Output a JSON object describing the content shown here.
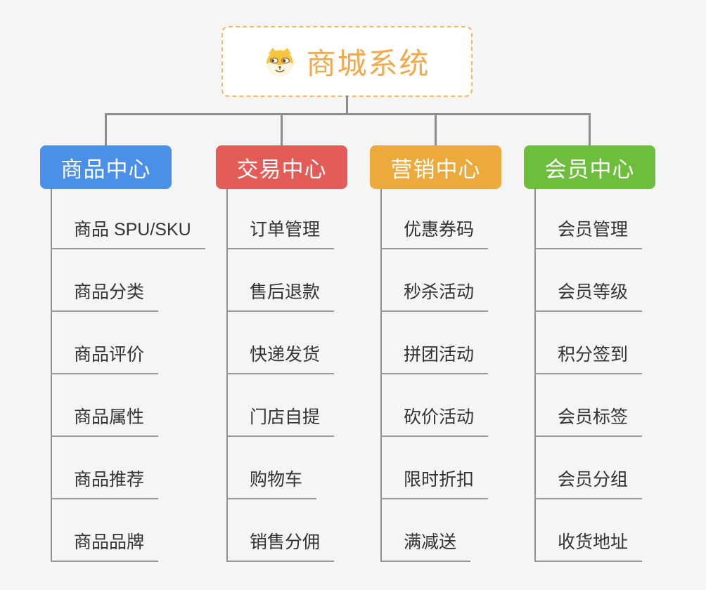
{
  "background_color": "#f5f5f5",
  "connector_color": "#8c8c8c",
  "underline_color": "#9a9a9a",
  "leaf_text_color": "#333333",
  "root": {
    "title": "商城系统",
    "title_color": "#f2a94c",
    "border_color": "#f3b75f",
    "icon": "dog-face-icon"
  },
  "branches": [
    {
      "label": "商品中心",
      "color": "#4a90e8",
      "items": [
        "商品 SPU/SKU",
        "商品分类",
        "商品评价",
        "商品属性",
        "商品推荐",
        "商品品牌"
      ]
    },
    {
      "label": "交易中心",
      "color": "#e45c58",
      "items": [
        "订单管理",
        "售后退款",
        "快递发货",
        "门店自提",
        "购物车",
        "销售分佣"
      ]
    },
    {
      "label": "营销中心",
      "color": "#eca93c",
      "items": [
        "优惠券码",
        "秒杀活动",
        "拼团活动",
        "砍价活动",
        "限时折扣",
        "满减送"
      ]
    },
    {
      "label": "会员中心",
      "color": "#6cbe3c",
      "items": [
        "会员管理",
        "会员等级",
        "积分签到",
        "会员标签",
        "会员分组",
        "收货地址"
      ]
    }
  ]
}
